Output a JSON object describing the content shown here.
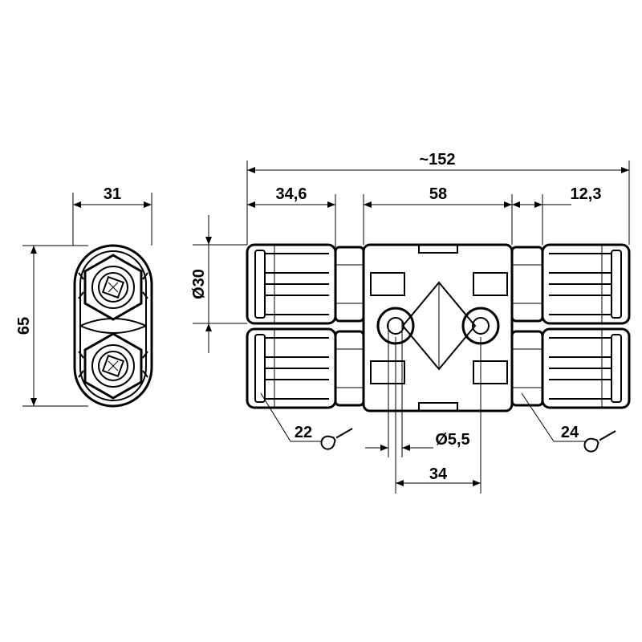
{
  "drawing": {
    "colors": {
      "line": "#000000",
      "background": "#ffffff"
    },
    "dimensions": {
      "overall_length": "~152",
      "connector_length": "34,6",
      "body_width": "58",
      "hex_length": "12,3",
      "connector_diameter": "Ø30",
      "hole_diameter": "Ø5,5",
      "hole_spacing": "34",
      "end_width": "31",
      "end_height": "65",
      "wrench_size_left": "22",
      "wrench_size_right": "24"
    },
    "icons": [
      "wrench-icon-left",
      "wrench-icon-right"
    ]
  }
}
